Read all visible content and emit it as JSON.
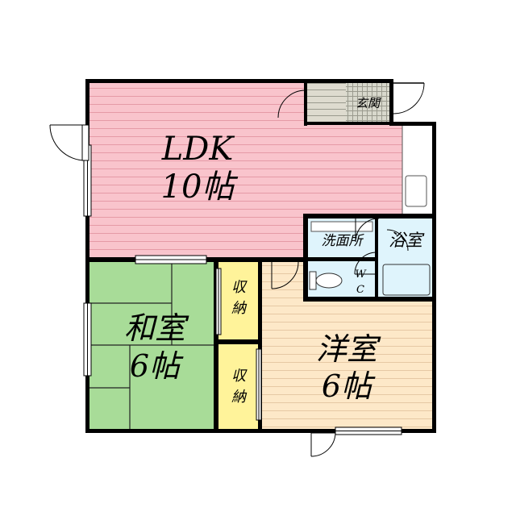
{
  "rooms": {
    "ldk": {
      "name": "LDK",
      "size": "10帖"
    },
    "washitsu": {
      "name": "和室",
      "size": "6帖"
    },
    "yoshitsu": {
      "name": "洋室",
      "size": "6帖"
    },
    "genkan": {
      "name": "玄関"
    },
    "senmenjo": {
      "name": "洗面所"
    },
    "yokushitsu": {
      "name": "浴室"
    },
    "wc": {
      "name_line1": "W",
      "name_line2": "C"
    },
    "shuno1": {
      "name_line1": "収",
      "name_line2": "納"
    },
    "shuno2": {
      "name_line1": "収",
      "name_line2": "納"
    }
  },
  "colors": {
    "ldk": "#f9c4cc",
    "ldk_stripe": "#e59aa6",
    "washitsu": "#a8dc98",
    "yoshitsu": "#fde8c8",
    "yoshitsu_stripe": "#e6c8a4",
    "storage": "#fff39a",
    "wet_area": "#dff4fc",
    "genkan": "#d8d8cc",
    "wall": "#000000"
  }
}
